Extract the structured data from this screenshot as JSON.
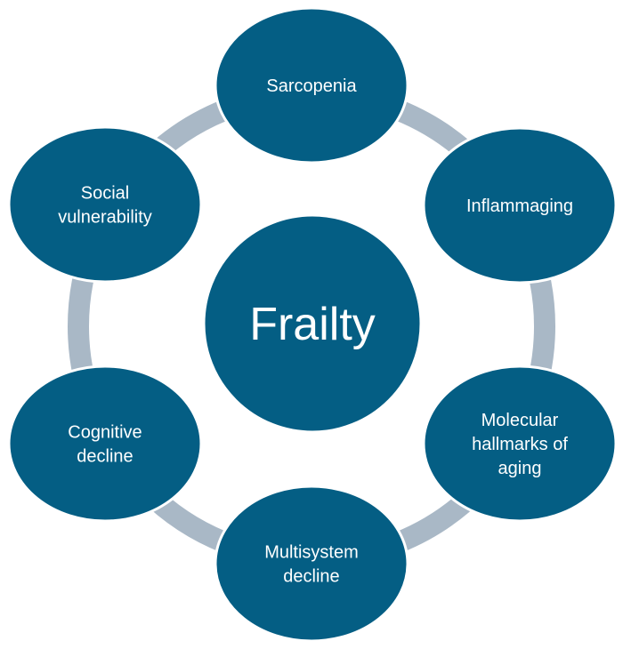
{
  "diagram": {
    "center": {
      "label": "Frailty"
    },
    "nodes": [
      {
        "id": "sarcopenia",
        "lines": [
          "Sarcopenia"
        ]
      },
      {
        "id": "inflammaging",
        "lines": [
          "Inflammaging"
        ]
      },
      {
        "id": "molecular-hallmarks-of-aging",
        "lines": [
          "Molecular",
          "hallmarks of",
          "aging"
        ]
      },
      {
        "id": "multisystem-decline",
        "lines": [
          "Multisystem",
          "decline"
        ]
      },
      {
        "id": "cognitive-decline",
        "lines": [
          "Cognitive",
          "decline"
        ]
      },
      {
        "id": "social-vulnerability",
        "lines": [
          "Social",
          "vulnerability"
        ]
      }
    ]
  },
  "colors": {
    "node_fill": "#045E84",
    "node_stroke": "#ffffff",
    "ring": "#A9B8C6",
    "text": "#ffffff",
    "background": "#ffffff"
  }
}
